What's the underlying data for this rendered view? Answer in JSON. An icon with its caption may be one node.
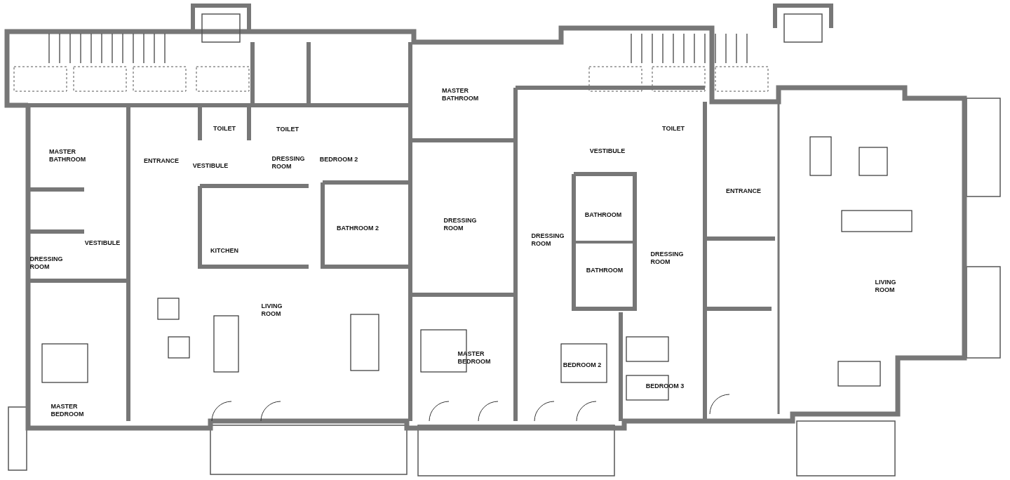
{
  "diagram": {
    "labels": [
      "MASTER BATHROOM",
      "TOILET",
      "TOILET",
      "TOILET",
      "VESTIBULE",
      "MASTER BATHROOM",
      "ENTRANCE",
      "VESTIBULE",
      "DRESSING ROOM",
      "BEDROOM 2",
      "ENTRANCE",
      "BATHROOM",
      "DRESSING ROOM",
      "BATHROOM 2",
      "DRESSING ROOM",
      "VESTIBULE",
      "KITCHEN",
      "DRESSING ROOM",
      "DRESSING ROOM",
      "BATHROOM",
      "LIVING ROOM",
      "LIVING ROOM",
      "MASTER BEDROOM",
      "BEDROOM 2",
      "BEDROOM 3",
      "MASTER BEDROOM"
    ]
  }
}
